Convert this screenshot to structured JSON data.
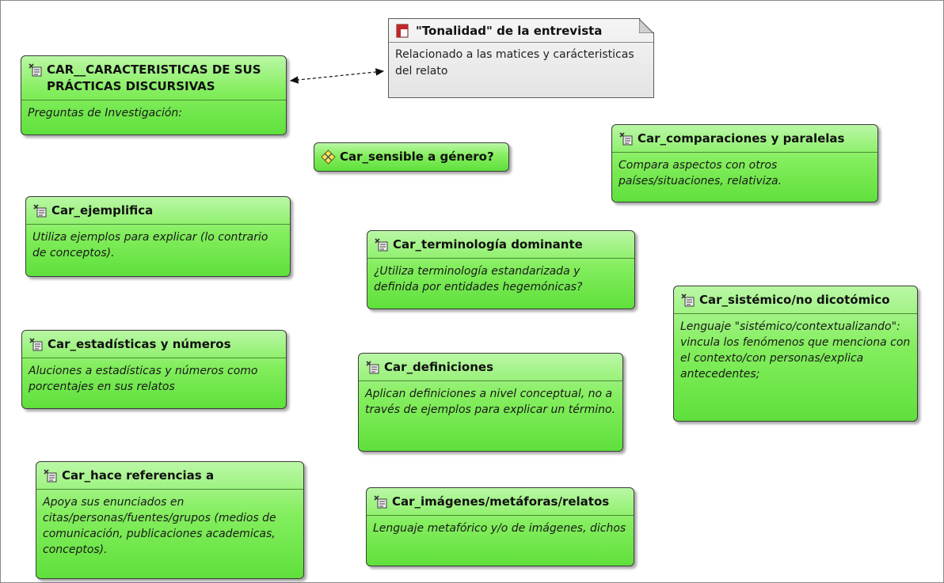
{
  "memo": {
    "title": "\"Tonalidad\" de la entrevista",
    "comment": "Relacionado a las matices y carácteristicas del relato"
  },
  "nodes": {
    "practicas": {
      "title": "CAR__CARACTERISTICAS DE SUS PRÁCTICAS DISCURSIVAS",
      "comment": "Preguntas de Investigación:"
    },
    "sensible": {
      "title": "Car_sensible a género?"
    },
    "comparaciones": {
      "title": "Car_comparaciones y paralelas",
      "comment": "Compara aspectos con otros países/situaciones, relativiza."
    },
    "ejemplifica": {
      "title": "Car_ejemplifica",
      "comment": "Utiliza ejemplos para explicar (lo contrario de conceptos)."
    },
    "terminologia": {
      "title": "Car_terminología dominante",
      "comment": "¿Utiliza terminología estandarizada y definida por entidades hegemónicas?"
    },
    "sistemico": {
      "title": "Car_sistémico/no dicotómico",
      "comment": "Lenguaje \"sistémico/contextualizando\": vincula los fenómenos que menciona con el contexto/con personas/explica antecedentes;"
    },
    "estadisticas": {
      "title": "Car_estadísticas y números",
      "comment": "Aluciones a estadísticas y números como porcentajes en sus relatos"
    },
    "definiciones": {
      "title": "Car_definiciones",
      "comment": "Aplican definiciones a nivel conceptual, no a través de ejemplos para explicar un término."
    },
    "referencias": {
      "title": "Car_hace referencias a",
      "comment": "Apoya sus enunciados en citas/personas/fuentes/grupos (medios de comunicación, publicaciones academicas, conceptos)."
    },
    "imagenes": {
      "title": "Car_imágenes/metáforas/relatos",
      "comment": "Lenguaje metafórico y/o de imágenes, dichos"
    }
  },
  "icons": {
    "code": "code-family-icon",
    "code_alt": "code-icon",
    "memo": "memo-icon"
  },
  "colors": {
    "node_fill": "#84ee5e",
    "node_border": "#3b3b3b",
    "memo_fill": "#ececec",
    "memo_icon": "#c0262a"
  }
}
